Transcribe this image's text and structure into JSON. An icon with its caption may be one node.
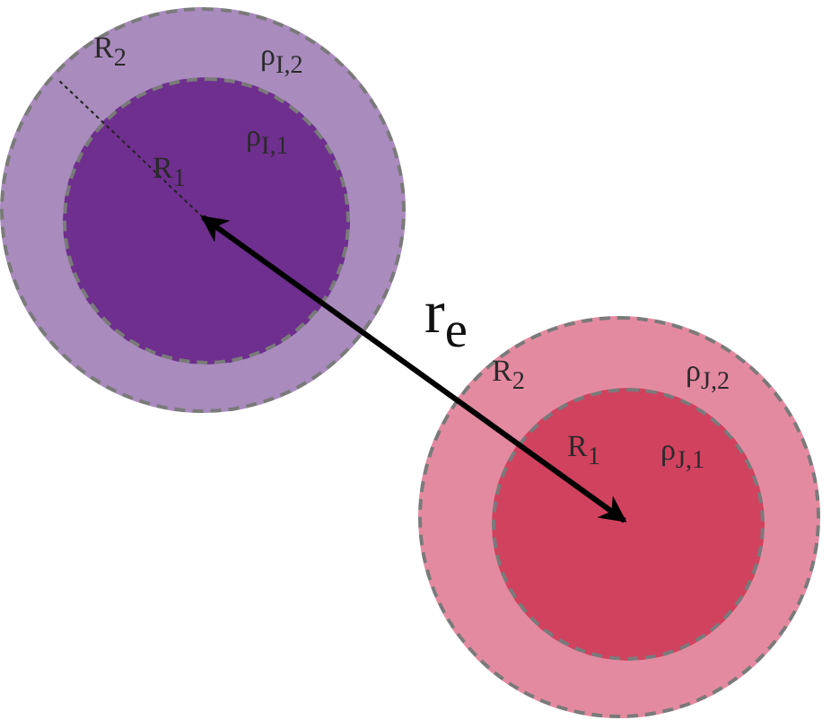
{
  "diagram": {
    "nodes": [
      {
        "text": [
          "R$_{2}$",
          "ρ$_{I,2}$"
        ]
      },
      {
        "text": [
          "R$_{1}$",
          "ρ$_{I,1}$"
        ],
        "in": 0
      },
      {
        "text": [
          "R$_{2}$",
          "ρ$_{J,2}$"
        ]
      },
      {
        "text": [
          "R$_{1}$",
          "ρ$_{J,1}$"
        ],
        "in": 2
      }
    ],
    "edges": [
      {
        "from": 1,
        "to": 3,
        "arrow": "both",
        "label": "r$_{e}$"
      }
    ]
  }
}
